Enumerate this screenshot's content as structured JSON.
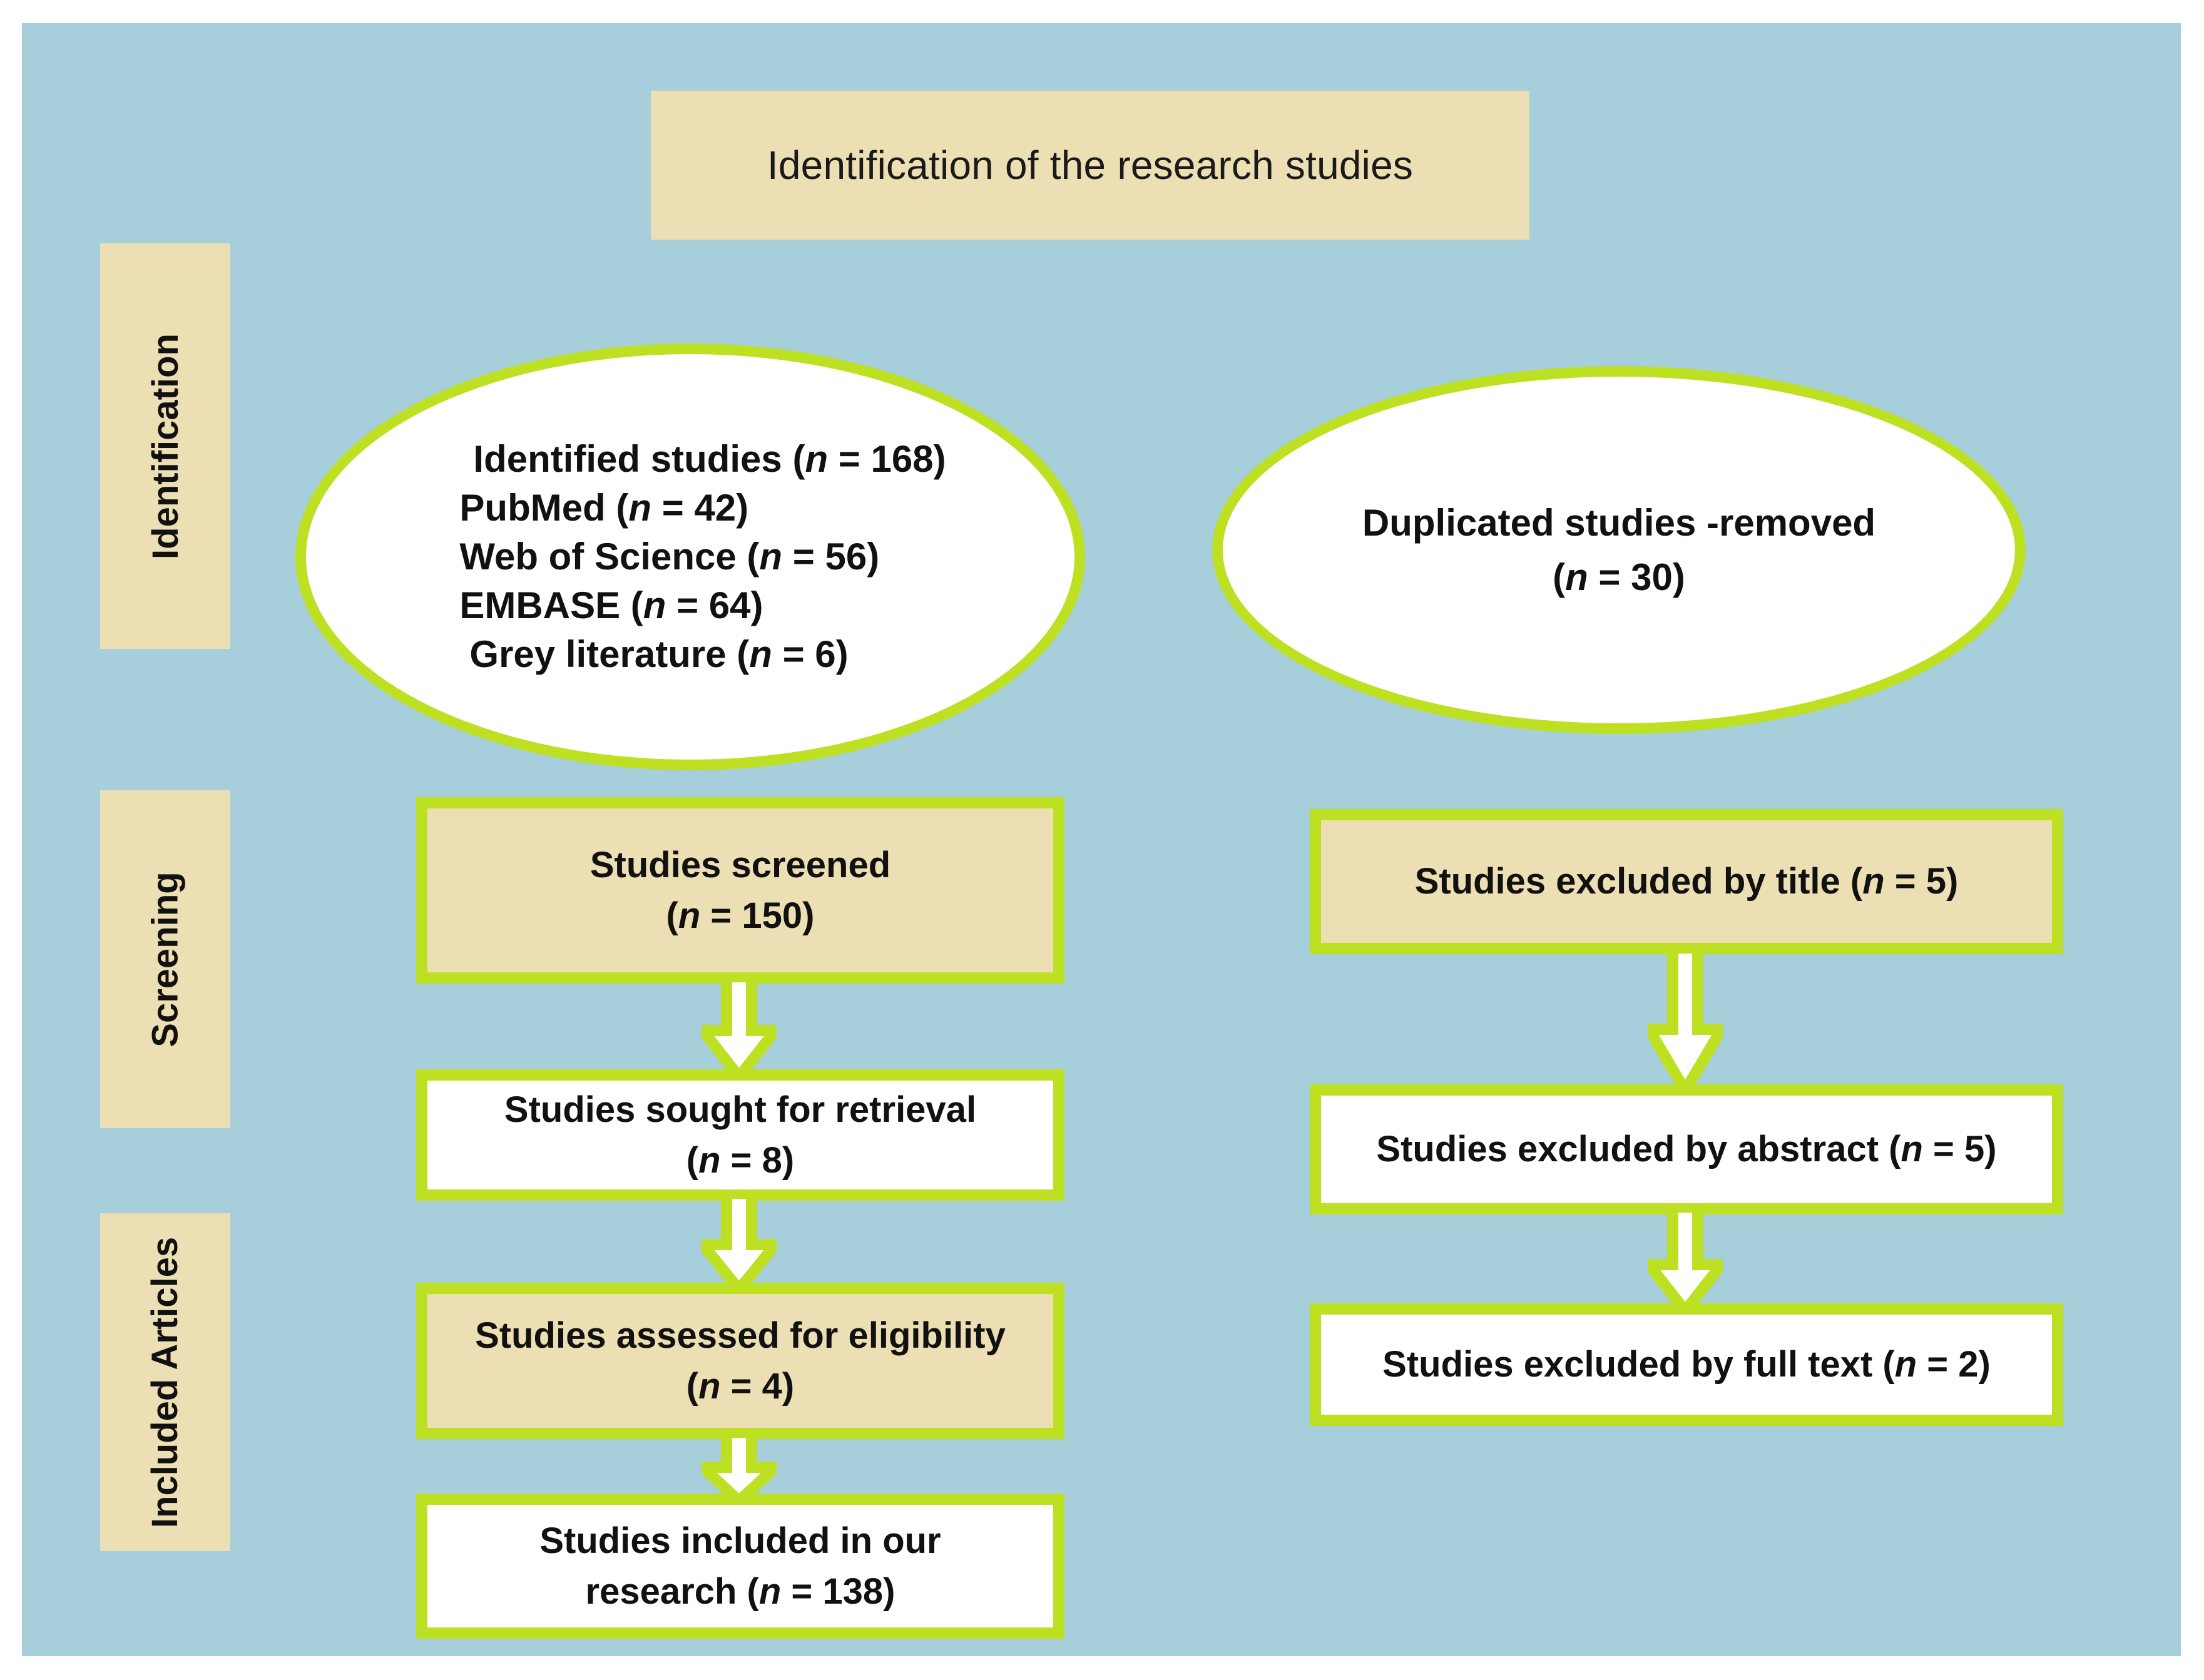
{
  "colors": {
    "panel_background": "#a7cedb",
    "accent_green": "#bde122",
    "tan_fill": "#ecdfb3",
    "white_fill": "#ffffff",
    "text": "#111111"
  },
  "header": {
    "title": "Identification of the research studies"
  },
  "stages": [
    {
      "id": "identification",
      "label": "Identification"
    },
    {
      "id": "screening",
      "label": "Screening"
    },
    {
      "id": "included",
      "label": "Included Articles"
    }
  ],
  "identification_ellipse": {
    "lines": [
      "Identified studies (n = 168)",
      "PubMed (n = 42)",
      "Web of Science (n = 56)",
      "EMBASE (n = 64)",
      "Grey literature (n = 6)"
    ]
  },
  "duplicates_ellipse": {
    "line1": "Duplicated studies -removed",
    "line2": "(n = 30)"
  },
  "left_column": [
    {
      "id": "screened",
      "line1": "Studies screened",
      "line2": "(n = 150)"
    },
    {
      "id": "sought",
      "line1": "Studies sought for retrieval",
      "line2": "(n = 8)"
    },
    {
      "id": "eligibility",
      "line1": "Studies assessed for eligibility",
      "line2": "(n = 4)"
    },
    {
      "id": "included",
      "line1": "Studies included in our",
      "line2": "research (n = 138)"
    }
  ],
  "right_column": [
    {
      "id": "excluded-title",
      "text": "Studies excluded by title (n = 5)"
    },
    {
      "id": "excluded-abstract",
      "text": "Studies excluded by abstract (n = 5)"
    },
    {
      "id": "excluded-fulltext",
      "text": "Studies excluded by full text (n = 2)"
    }
  ],
  "chart_data": {
    "type": "diagram",
    "diagram_kind": "PRISMA flow diagram",
    "title": "Identification of the research studies",
    "stages": [
      "Identification",
      "Screening",
      "Included Articles"
    ],
    "nodes": [
      {
        "id": "identified",
        "stage": "Identification",
        "shape": "ellipse",
        "label": "Identified studies",
        "n": 168
      },
      {
        "id": "pubmed",
        "stage": "Identification",
        "shape": "ellipse",
        "label": "PubMed",
        "n": 42
      },
      {
        "id": "web-of-science",
        "stage": "Identification",
        "shape": "ellipse",
        "label": "Web of Science",
        "n": 56
      },
      {
        "id": "embase",
        "stage": "Identification",
        "shape": "ellipse",
        "label": "EMBASE",
        "n": 64
      },
      {
        "id": "grey-literature",
        "stage": "Identification",
        "shape": "ellipse",
        "label": "Grey literature",
        "n": 6
      },
      {
        "id": "duplicates-removed",
        "stage": "Identification",
        "shape": "ellipse",
        "label": "Duplicated studies -removed",
        "n": 30
      },
      {
        "id": "screened",
        "stage": "Screening",
        "shape": "box",
        "label": "Studies screened",
        "n": 150
      },
      {
        "id": "excluded-title",
        "stage": "Screening",
        "shape": "box",
        "label": "Studies excluded by title",
        "n": 5
      },
      {
        "id": "sought",
        "stage": "Screening",
        "shape": "box",
        "label": "Studies sought for retrieval",
        "n": 8
      },
      {
        "id": "excluded-abstract",
        "stage": "Screening",
        "shape": "box",
        "label": "Studies excluded by abstract",
        "n": 5
      },
      {
        "id": "eligibility",
        "stage": "Included Articles",
        "shape": "box",
        "label": "Studies assessed for eligibility",
        "n": 4
      },
      {
        "id": "excluded-fulltext",
        "stage": "Included Articles",
        "shape": "box",
        "label": "Studies excluded by full text",
        "n": 2
      },
      {
        "id": "included",
        "stage": "Included Articles",
        "shape": "box",
        "label": "Studies included in our research",
        "n": 138
      }
    ],
    "edges": [
      {
        "from": "screened",
        "to": "sought"
      },
      {
        "from": "sought",
        "to": "eligibility"
      },
      {
        "from": "eligibility",
        "to": "included"
      },
      {
        "from": "excluded-title",
        "to": "excluded-abstract"
      },
      {
        "from": "excluded-abstract",
        "to": "excluded-fulltext"
      }
    ]
  }
}
